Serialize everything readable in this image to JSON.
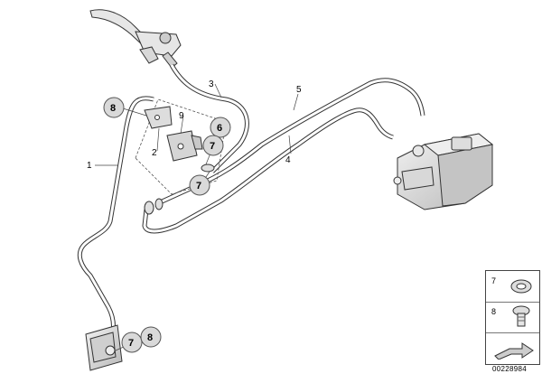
{
  "callouts": {
    "part1": "1",
    "part2": "2",
    "part3": "3",
    "part4": "4",
    "part5": "5",
    "part6": "6",
    "part7": "7",
    "part8": "8",
    "part9": "9"
  },
  "legend": {
    "row1_num": "7",
    "row2_num": "8"
  },
  "reference_id": "00228984"
}
